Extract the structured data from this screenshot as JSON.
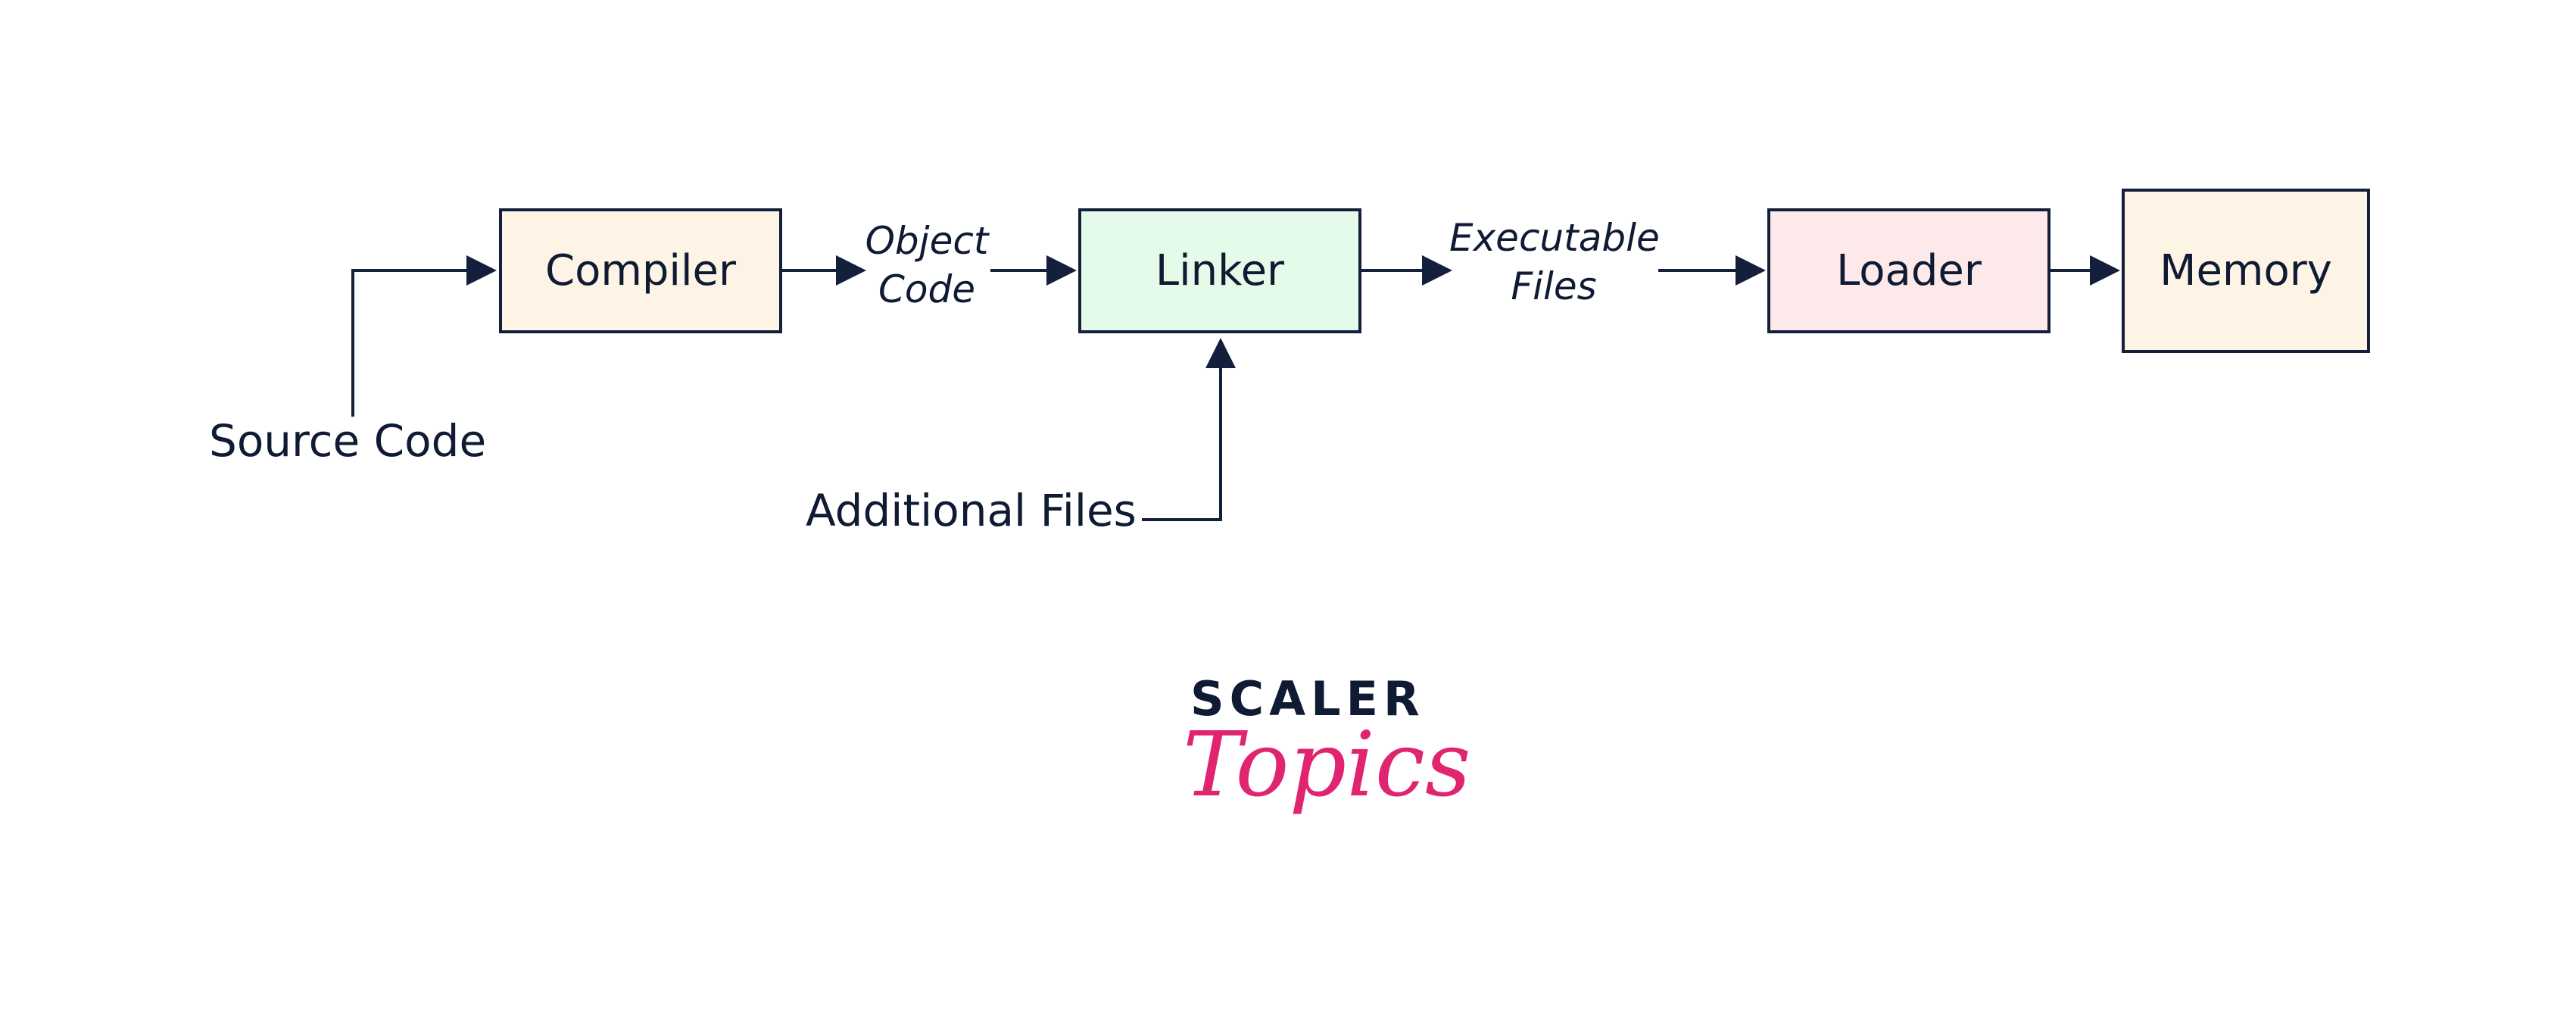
{
  "nodes": {
    "compiler": {
      "label": "Compiler",
      "fill": "#fdf4e6"
    },
    "linker": {
      "label": "Linker",
      "fill": "#e5fbe9"
    },
    "loader": {
      "label": "Loader",
      "fill": "#fde8ea"
    },
    "memory": {
      "label": "Memory",
      "fill": "#fdf4e6"
    }
  },
  "edge_labels": {
    "source_code": "Source Code",
    "object_code_line1": "Object",
    "object_code_line2": "Code",
    "executable_files_line1": "Executable",
    "executable_files_line2": "Files",
    "additional_files": "Additional Files"
  },
  "logo": {
    "top": "SCALER",
    "bottom": "Topics",
    "accent_color": "#e0246f"
  },
  "colors": {
    "stroke": "#14203b",
    "text": "#0f1a33"
  }
}
